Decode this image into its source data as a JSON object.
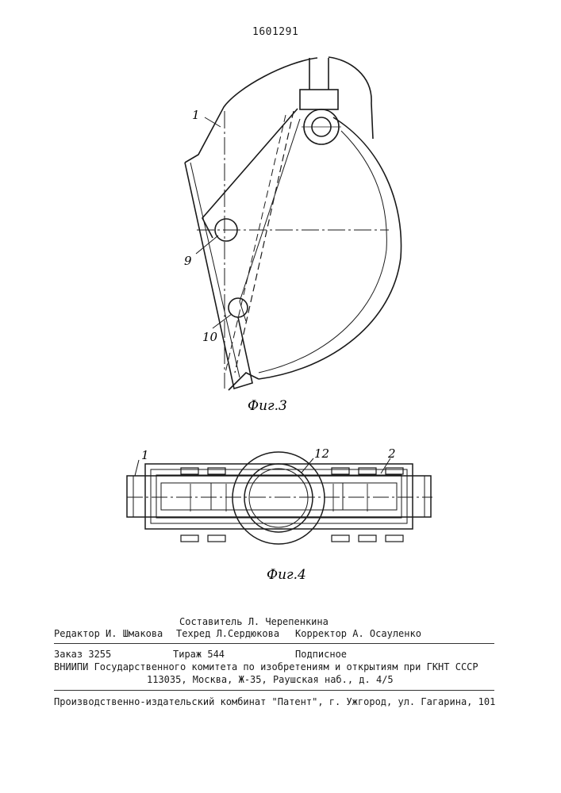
{
  "patent_number": "1601291",
  "figures": [
    {
      "id": "fig3",
      "label": "Фиг.3",
      "callouts": [
        "1",
        "9",
        "10"
      ]
    },
    {
      "id": "fig4",
      "label": "Фиг.4",
      "callouts": [
        "1",
        "12",
        "2"
      ]
    }
  ],
  "imprint": {
    "compiler": "Составитель Л. Черепенкина",
    "editor": "Редактор И. Шмакова",
    "techred": "Техред Л.Сердюкова",
    "corrector": "Корректор А. Осауленко",
    "order": "Заказ 3255",
    "circulation": "Тираж 544",
    "subscription": "Подписное",
    "institute": "ВНИИПИ Государственного комитета по изобретениям и открытиям при ГКНТ СССР",
    "address": "113035, Москва, Ж-35, Раушская наб., д. 4/5",
    "publisher": "Производственно-издательский комбинат \"Патент\", г. Ужгород, ул. Гагарина, 101"
  }
}
